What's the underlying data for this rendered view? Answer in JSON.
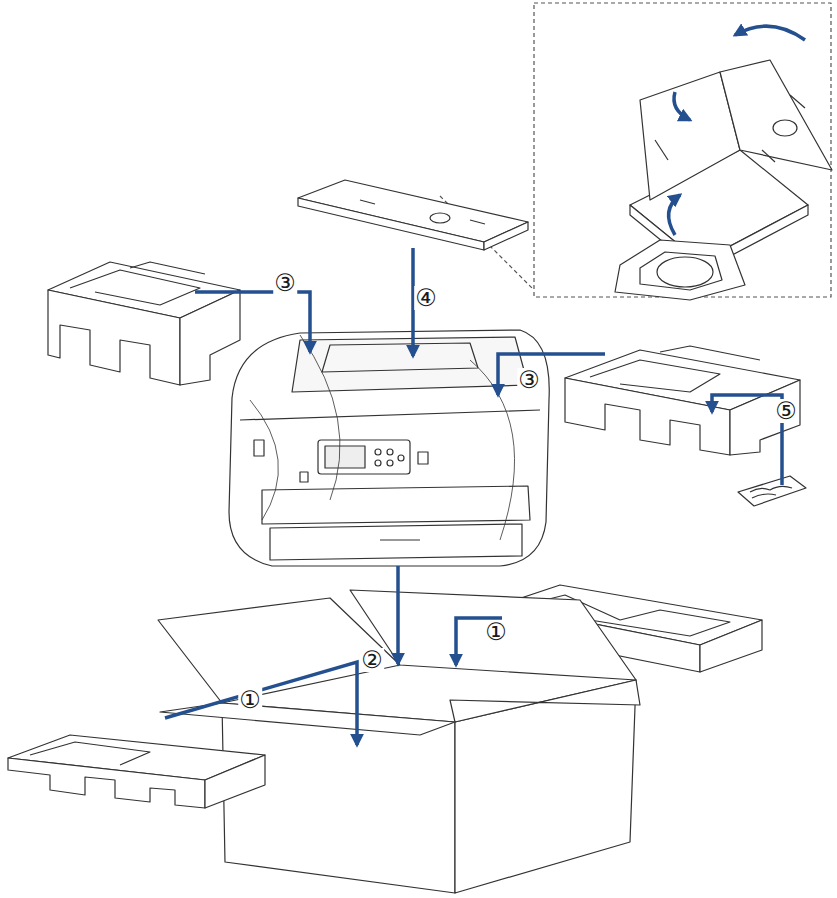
{
  "diagram": {
    "labels": [
      "③",
      "④",
      "③",
      "⑤",
      "①",
      "②",
      "①"
    ]
  }
}
